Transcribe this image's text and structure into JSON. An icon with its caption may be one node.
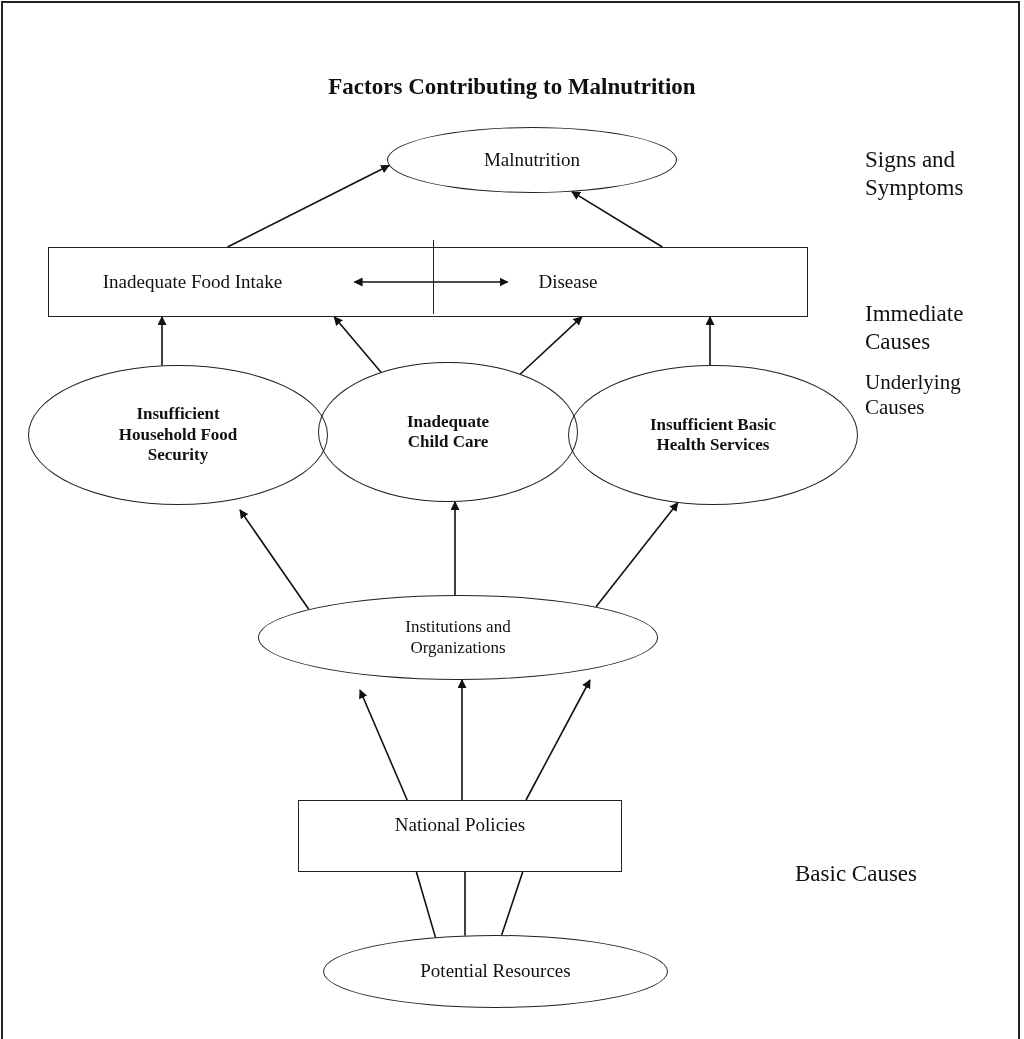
{
  "diagram": {
    "title": "Factors Contributing to Malnutrition",
    "nodes": [
      {
        "text": [
          "Malnutrition"
        ]
      },
      {
        "text": [],
        "shape": "box"
      },
      {
        "text": [
          "Inadequate Food Intake"
        ],
        "in": 1
      },
      {
        "text": [
          "Disease"
        ],
        "in": 1
      },
      {
        "text": [
          "Insufficient Household Food Security"
        ]
      },
      {
        "text": [
          "Inadequate Child Care"
        ]
      },
      {
        "text": [
          "Insufficient Basic Health Services"
        ]
      },
      {
        "text": [
          "Institutions and Organizations"
        ]
      },
      {
        "text": [
          "National Policies"
        ]
      },
      {
        "text": [
          "Potential Resources"
        ]
      }
    ],
    "edges": [
      {
        "from": 1,
        "to": 0,
        "arrow": "to"
      },
      {
        "from": 1,
        "to": 0,
        "arrow": "to"
      },
      {
        "from": 2,
        "to": 3,
        "arrow": "both"
      },
      {
        "from": 4,
        "to": 1,
        "arrow": "to"
      },
      {
        "from": 5,
        "to": 1,
        "arrow": "to"
      },
      {
        "from": 5,
        "to": 1,
        "arrow": "to"
      },
      {
        "from": 6,
        "to": 1,
        "arrow": "to"
      },
      {
        "from": 7,
        "to": 4,
        "arrow": "to"
      },
      {
        "from": 7,
        "to": 5,
        "arrow": "to"
      },
      {
        "from": 7,
        "to": 6,
        "arrow": "to"
      },
      {
        "from": 8,
        "to": 7,
        "arrow": "to"
      },
      {
        "from": 8,
        "to": 7,
        "arrow": "to"
      },
      {
        "from": 8,
        "to": 7,
        "arrow": "to"
      },
      {
        "from": 9,
        "to": 8,
        "arrow": "none"
      },
      {
        "from": 9,
        "to": 8,
        "arrow": "none"
      },
      {
        "from": 9,
        "to": 8,
        "arrow": "none"
      }
    ],
    "labels": [
      "Signs and Symptoms",
      "Immediate Causes",
      "Underlying Causes",
      "Basic Causes"
    ]
  }
}
